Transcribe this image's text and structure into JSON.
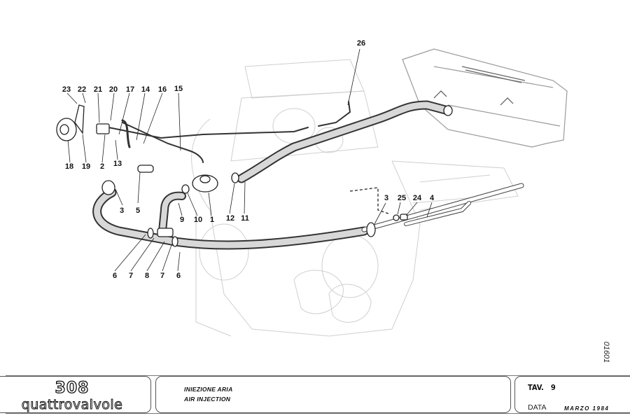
{
  "diagram": {
    "title": "Iniezione aria / Air injection parts diagram",
    "doc_number": "01601",
    "callouts": [
      {
        "id": "23",
        "label": "23"
      },
      {
        "id": "22",
        "label": "22"
      },
      {
        "id": "21",
        "label": "21"
      },
      {
        "id": "20",
        "label": "20"
      },
      {
        "id": "17",
        "label": "17"
      },
      {
        "id": "14",
        "label": "14"
      },
      {
        "id": "16",
        "label": "16"
      },
      {
        "id": "15",
        "label": "15"
      },
      {
        "id": "18",
        "label": "18"
      },
      {
        "id": "19",
        "label": "19"
      },
      {
        "id": "2",
        "label": "2"
      },
      {
        "id": "13",
        "label": "13"
      },
      {
        "id": "3a",
        "label": "3"
      },
      {
        "id": "5",
        "label": "5"
      },
      {
        "id": "9",
        "label": "9"
      },
      {
        "id": "10",
        "label": "10"
      },
      {
        "id": "1",
        "label": "1"
      },
      {
        "id": "12",
        "label": "12"
      },
      {
        "id": "11",
        "label": "11"
      },
      {
        "id": "26",
        "label": "26"
      },
      {
        "id": "3b",
        "label": "3"
      },
      {
        "id": "25",
        "label": "25"
      },
      {
        "id": "24",
        "label": "24"
      },
      {
        "id": "4",
        "label": "4"
      },
      {
        "id": "6a",
        "label": "6"
      },
      {
        "id": "7a",
        "label": "7"
      },
      {
        "id": "8",
        "label": "8"
      },
      {
        "id": "7b",
        "label": "7"
      },
      {
        "id": "6b",
        "label": "6"
      }
    ]
  },
  "title_block": {
    "logo_number": "308",
    "logo_word": "quattrovalvole",
    "description_it": "INIEZIONE ARIA",
    "description_en": "AIR INJECTION",
    "tav_label": "TAV.",
    "tav_number": "9",
    "date_label": "DATA",
    "date_value": "MARZO 1984"
  }
}
